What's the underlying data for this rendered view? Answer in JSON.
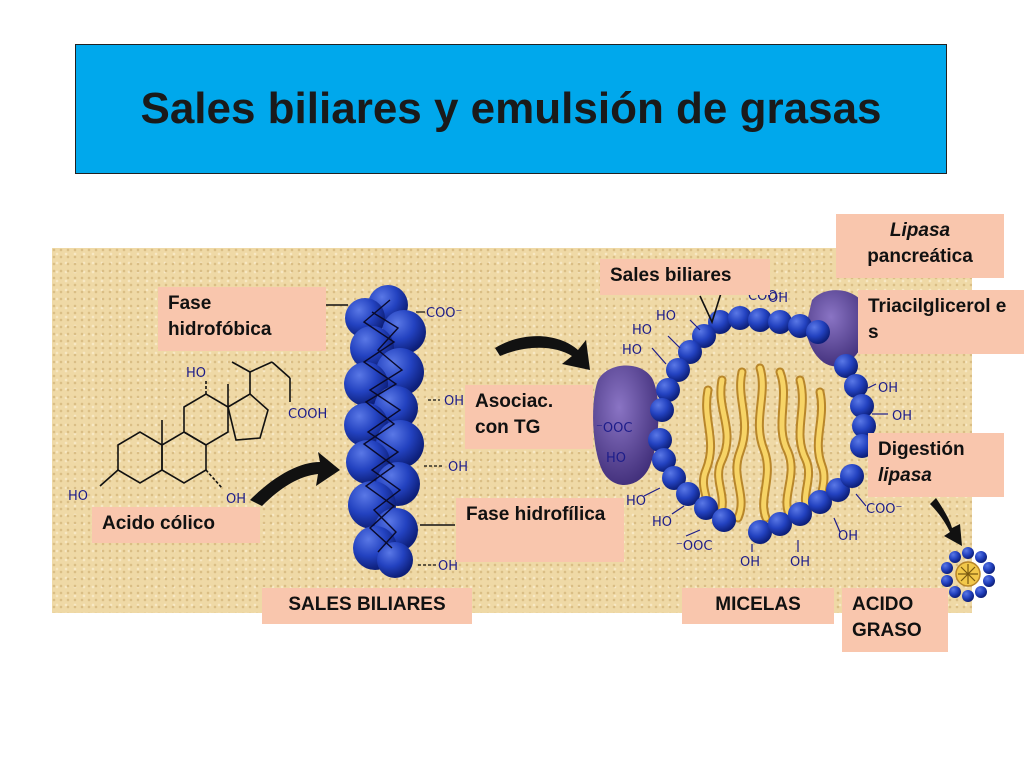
{
  "title": "Sales biliares y emulsión de grasas",
  "labels": {
    "fase_hidrofobica": "Fase hidrofóbica",
    "acido_colico": "Acido cólico",
    "sales_biliares_caption": "SALES BILIARES",
    "asociac_tg": "Asociac. con TG",
    "fase_hidrofilica": "Fase hidrofílica",
    "sales_biliares_top": "Sales biliares",
    "lipasa": "Lipasa",
    "pancreatica": "pancreática",
    "triacilgliceroles": "Triacilglicerol es",
    "digestion": "Digestión",
    "lipasa_italic": "lipasa",
    "micelas": "MICELAS",
    "acido_graso": "ACIDO GRASO"
  },
  "chem_groups": {
    "ho": "HO",
    "oh": "OH",
    "cooh": "COOH",
    "coo_minus": "COO⁻",
    "ooc_minus": "⁻OOC"
  },
  "colors": {
    "title_bg": "#00a8ec",
    "panel_bg": "#efd9a6",
    "label_bg": "#f9c6ad",
    "bile_salt_blue": "#1f3fb8",
    "lipase_purple": "#5a4596",
    "fat_yellow": "#f2c84a"
  }
}
